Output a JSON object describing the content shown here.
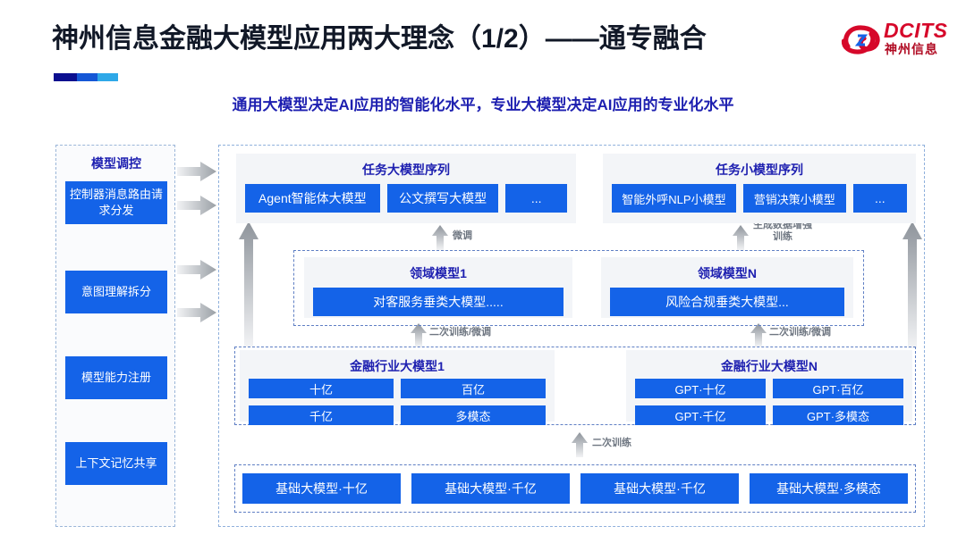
{
  "header": {
    "title": "神州信息金融大模型应用两大理念（1/2）——通专融合",
    "subtitle": "通用大模型决定AI应用的智能化水平，专业大模型决定AI应用的专业化水平",
    "logo": {
      "en": "DCITS",
      "cn": "神州信息",
      "mark_icon": "dcits-swirl-icon",
      "color": "#d6082a"
    }
  },
  "left_panel": {
    "title": "模型调控",
    "items": [
      {
        "label": "控制器消息路由请求分发"
      },
      {
        "label": "意图理解拆分"
      },
      {
        "label": "模型能力注册"
      },
      {
        "label": "上下文记忆共享"
      }
    ]
  },
  "connector_arrows": {
    "right_arrows_icon": "arrow-right-icon",
    "right_arrow_count": 4,
    "up_arrow_icon": "arrow-up-icon",
    "labels": {
      "fine_tune": "微调",
      "data_aug": "生成数据增强\n训练",
      "retrain_finetune_left": "二次训练/微调",
      "retrain_finetune_right": "二次训练/微调",
      "retrain": "二次训练"
    }
  },
  "main": {
    "task_large": {
      "title": "任务大模型序列",
      "chips": [
        "Agent智能体大模型",
        "公文撰写大模型",
        "..."
      ]
    },
    "task_small": {
      "title": "任务小模型序列",
      "chips": [
        "智能外呼NLP小模型",
        "营销决策小模型",
        "..."
      ]
    },
    "domain_1": {
      "title": "领域模型1",
      "chips": [
        "对客服务垂类大模型....."
      ]
    },
    "domain_n": {
      "title": "领域模型N",
      "chips": [
        "风险合规垂类大模型..."
      ]
    },
    "finance_1": {
      "title": "金融行业大模型1",
      "chips": [
        "十亿",
        "百亿",
        "千亿",
        "多模态"
      ]
    },
    "finance_n": {
      "title": "金融行业大模型N",
      "chips": [
        "GPT·十亿",
        "GPT·百亿",
        "GPT·千亿",
        "GPT·多模态"
      ]
    },
    "base_models": {
      "chips": [
        "基础大模型·十亿",
        "基础大模型·千亿",
        "基础大模型·千亿",
        "基础大模型·多模态"
      ]
    }
  },
  "colors": {
    "chip_blue": "#1463e8",
    "title_blue": "#1d1fb0",
    "logo_red": "#d6082a",
    "panel_bg": "#f3f5f8",
    "dashed_border": "#5f7fc4",
    "arrow_gray": "#9aa0a6"
  }
}
